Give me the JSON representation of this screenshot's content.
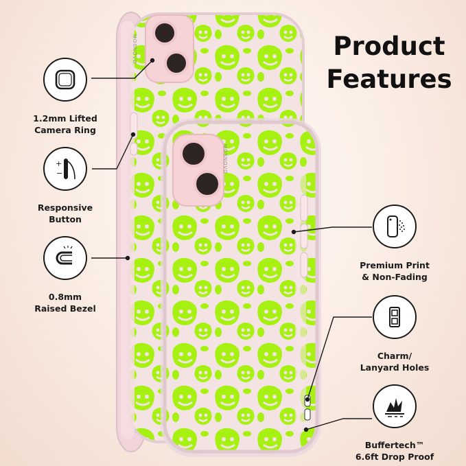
{
  "title": {
    "line1": "Product",
    "line2": "Features"
  },
  "features": [
    {
      "label": "1.2mm Lifted\nCamera Ring",
      "icon": "camera-ring-icon"
    },
    {
      "label": "Responsive\nButton",
      "icon": "button-icon"
    },
    {
      "label": "0.8mm\nRaised Bezel",
      "icon": "bezel-icon"
    },
    {
      "label": "Premium Print\n& Non-Fading",
      "icon": "print-icon"
    },
    {
      "label": "Charm/\nLanyard Holes",
      "icon": "lanyard-icon"
    },
    {
      "label": "Buffertech™\n6.6ft Drop Proof",
      "icon": "drop-proof-icon"
    }
  ],
  "case_brand": "MOSNOVO",
  "colors": {
    "pattern": "#a6f012",
    "phone_pink": "#f4cfd2",
    "case_edge": "#ead8de",
    "text": "#1a1a1a"
  }
}
